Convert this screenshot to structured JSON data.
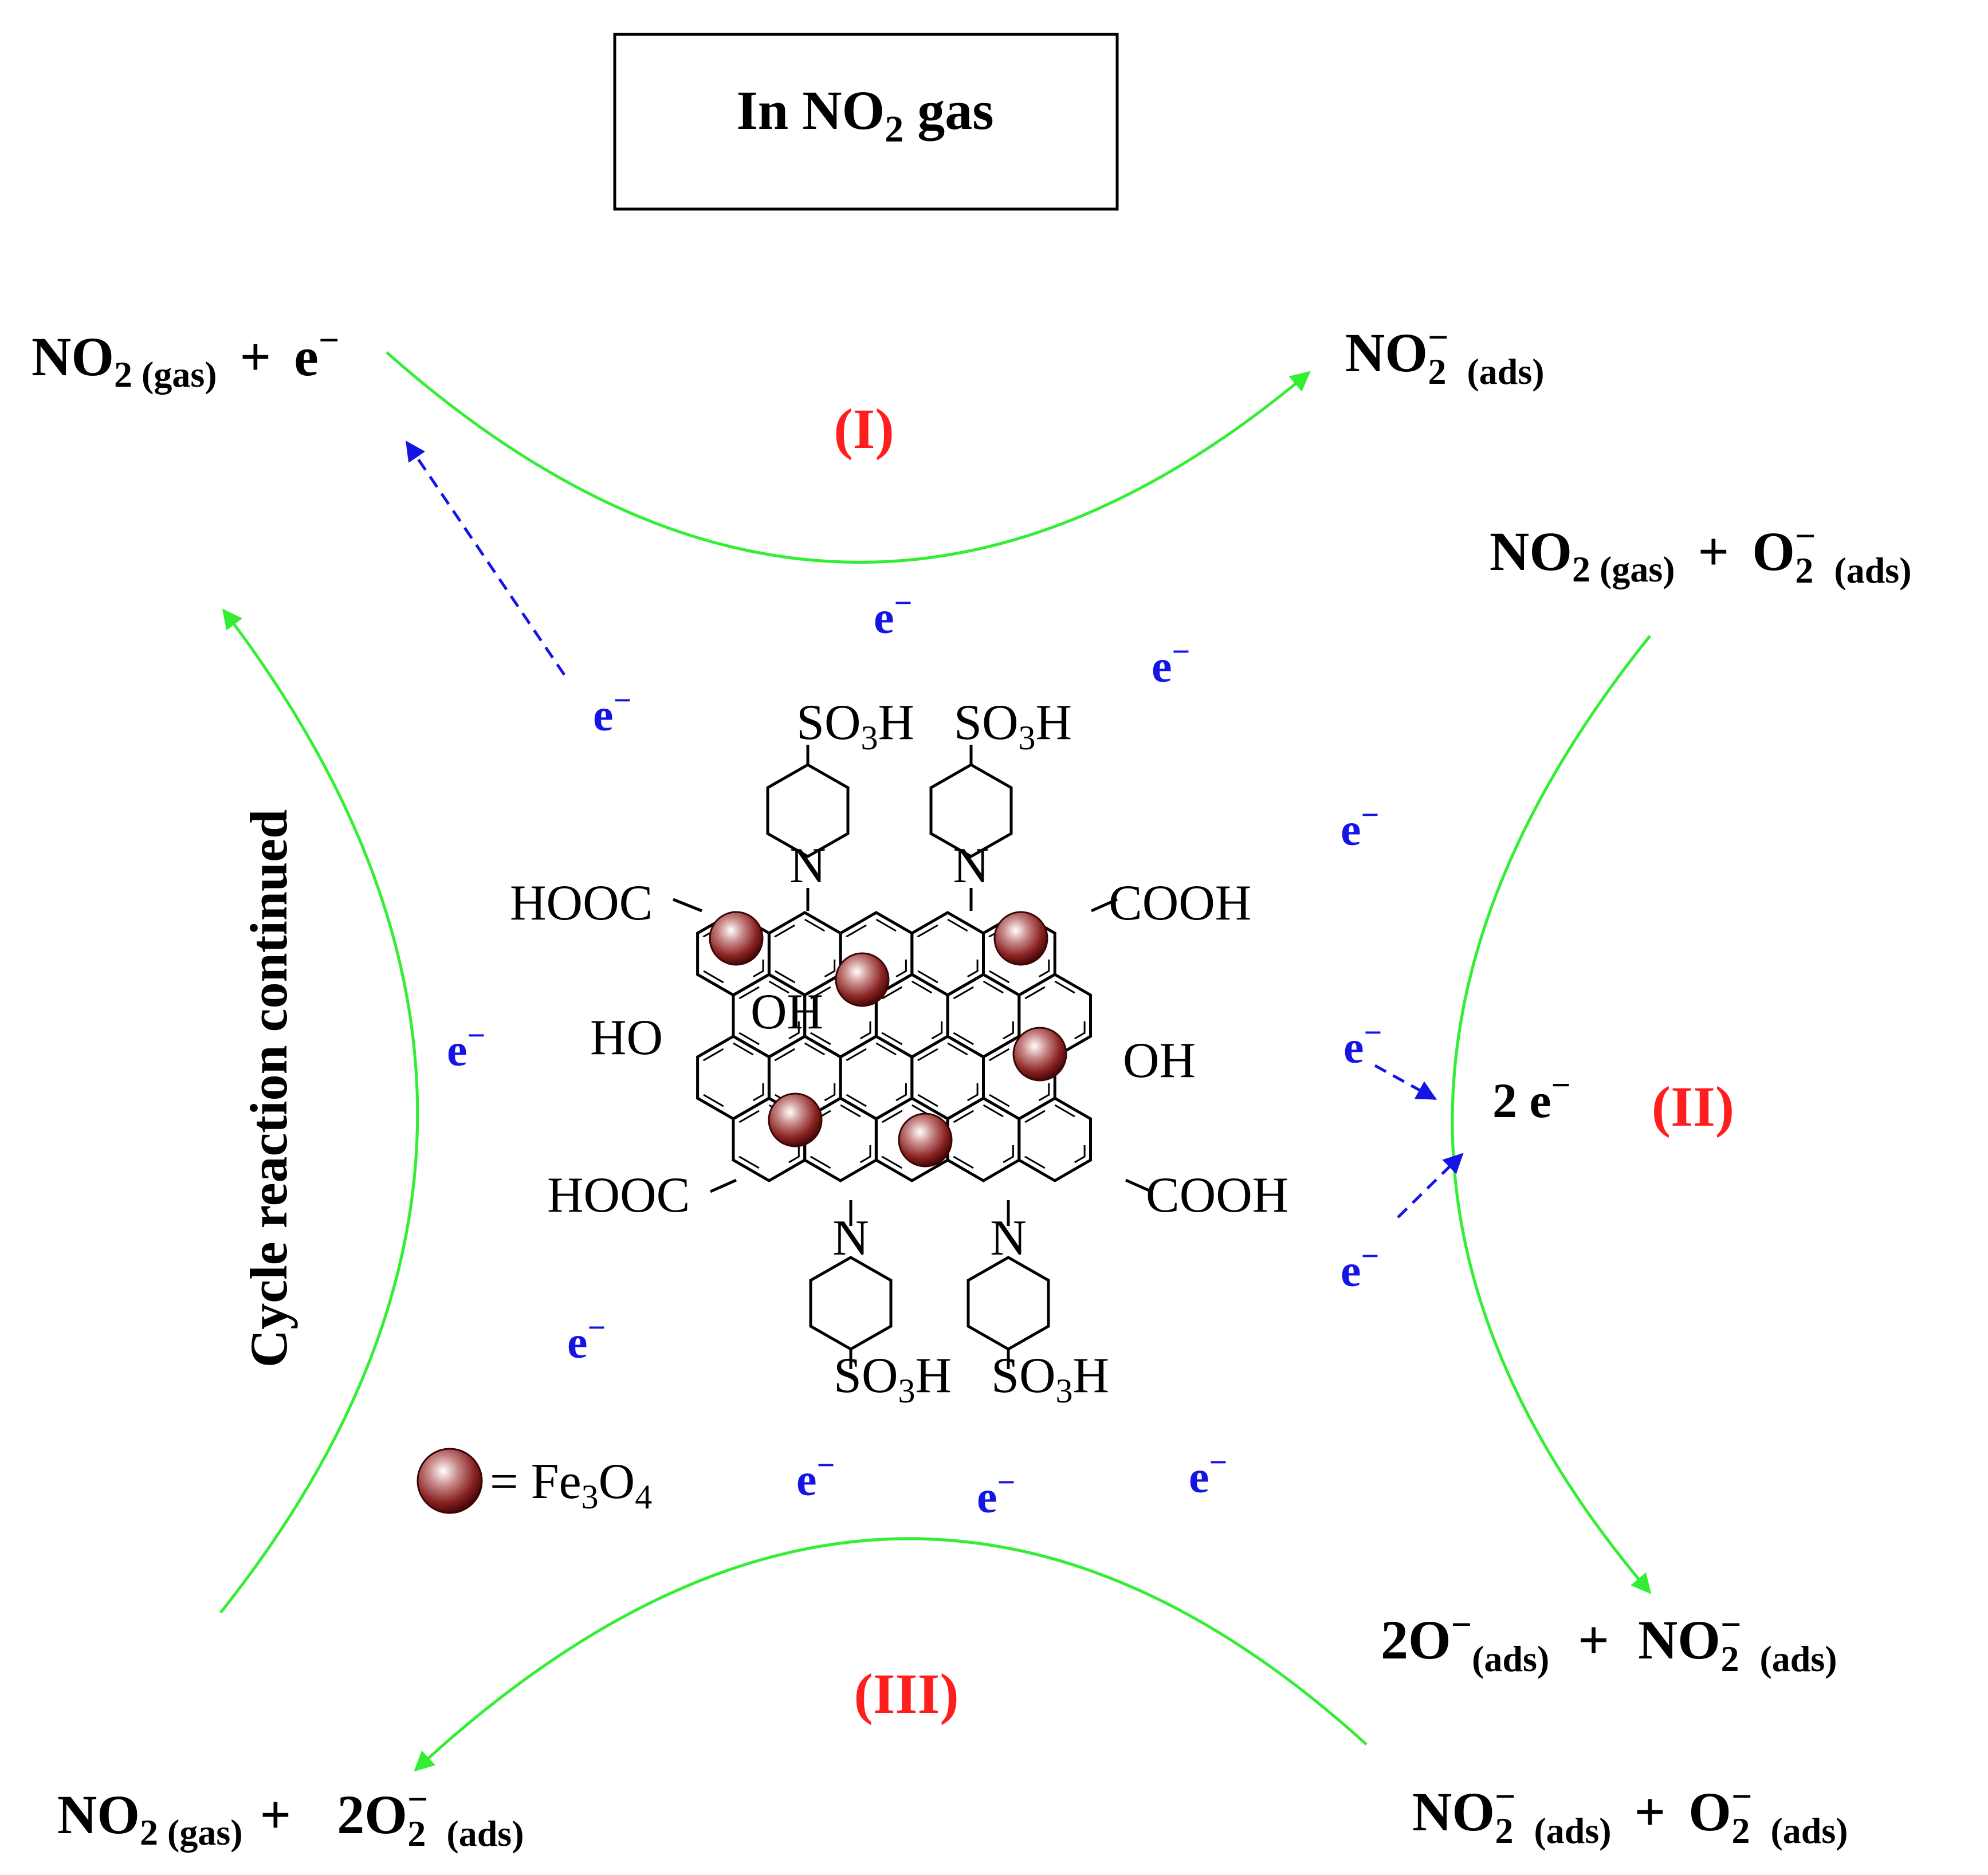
{
  "title_box": {
    "prefix": "In NO",
    "sub": "2",
    "suffix": " gas"
  },
  "steps": {
    "s1": "(I)",
    "s2": "(II)",
    "s3": "(III)"
  },
  "side_label": "Cycle reaction continued",
  "electron": {
    "base": "e",
    "sup": "−"
  },
  "two_electron": "2 e",
  "eq_top_left": {
    "a": "NO",
    "a_sub": "2 (gas)",
    "plus": "+",
    "e": "e",
    "e_sup": "−"
  },
  "eq_top_right": {
    "a": "NO",
    "a_sup": "−",
    "a_sub": "2",
    "a_sub2": "(ads)"
  },
  "eq_right_top": {
    "a": "NO",
    "a_sub": "2 (gas)",
    "plus": "+",
    "b": "O",
    "b_sup": "−",
    "b_sub": "2",
    "b_sub2": "(ads)"
  },
  "eq_right_bottom": {
    "a": "2O",
    "a_sup": "−",
    "a_sub": "(ads)",
    "plus": "+",
    "b": "NO",
    "b_sup": "−",
    "b_sub": "2",
    "b_sub2": "(ads)"
  },
  "eq_bottom_right": {
    "a": "NO",
    "a_sup": "−",
    "a_sub": "2",
    "a_sub2": "(ads)",
    "plus": "+",
    "b": "O",
    "b_sup": "−",
    "b_sub": "2",
    "b_sub2": "(ads)"
  },
  "eq_bottom_left": {
    "a": "NO",
    "a_sub": "2 (gas)",
    "plus": "+",
    "b": "2O",
    "b_sup": "−",
    "b_sub": "2",
    "b_sub2": "(ads)"
  },
  "molecule": {
    "sulfonic": "SO",
    "sulfonic_sub": "3",
    "sulfonic_end": "H",
    "nitrogen": "N",
    "hooc": "HOOC",
    "cooh": "COOH",
    "ho": "HO",
    "oh": "OH"
  },
  "legend": {
    "equals": "= Fe",
    "sub1": "3",
    "mid": "O",
    "sub2": "4"
  },
  "colors": {
    "arrow": "#33ee33",
    "electron": "#1414e6",
    "step": "#ff1e1e",
    "particle": "#7a1a1a"
  }
}
